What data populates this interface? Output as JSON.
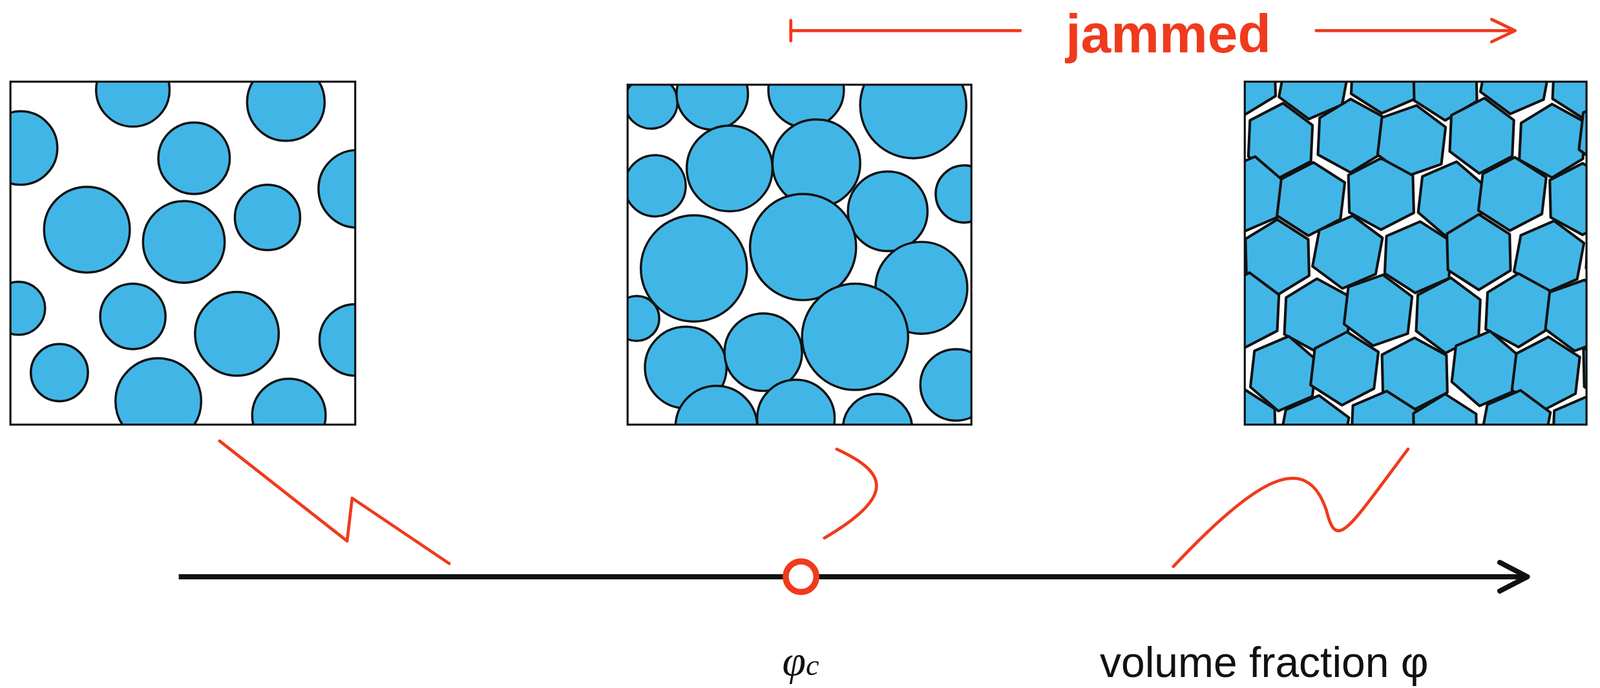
{
  "diagram": {
    "labels": [
      "jammed",
      "φc",
      "volume fraction φ"
    ]
  }
}
